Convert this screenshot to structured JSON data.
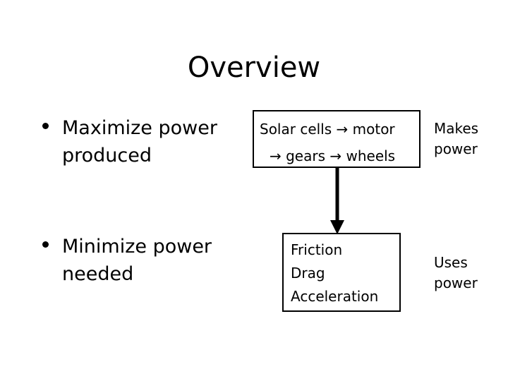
{
  "slide": {
    "title": "Overview",
    "background_color": "#ffffff",
    "text_color": "#000000"
  },
  "bullets": [
    {
      "marker": "bullet-dot",
      "text": "Maximize power produced"
    },
    {
      "marker": "bullet-dot",
      "text": "Minimize power needed"
    }
  ],
  "boxes": {
    "powertrain": {
      "line1": "Solar cells → motor",
      "line2": "→ gears → wheels",
      "border_color": "#000000"
    },
    "losses": {
      "line1": "Friction",
      "line2": "Drag",
      "line3": "Acceleration",
      "border_color": "#000000"
    }
  },
  "connector": {
    "name": "down-arrow",
    "direction": "down",
    "color": "#000000"
  },
  "side_notes": {
    "makes": {
      "line1": "Makes",
      "line2": "power"
    },
    "uses": {
      "line1": "Uses",
      "line2": "power"
    }
  }
}
